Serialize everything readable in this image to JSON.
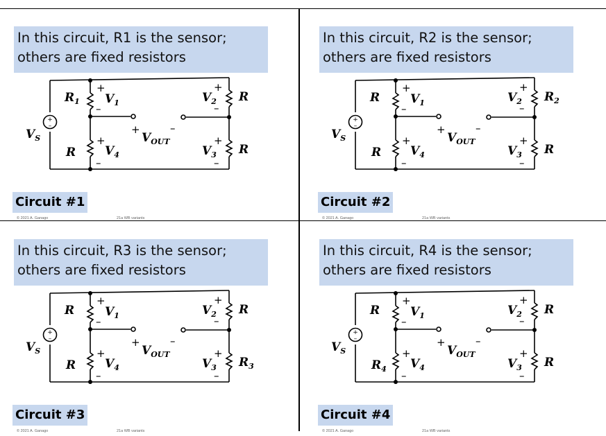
{
  "slides": [
    {
      "header": "In this circuit, R1 is the sensor; others are fixed resistors",
      "circuit_label": "Circuit #1",
      "labels": {
        "r1": "R",
        "r1_sub": "1",
        "r2": "R",
        "r2_sub": "",
        "r3": "R",
        "r3_sub": "",
        "r4": "R",
        "r4_sub": ""
      },
      "footer_left": "© 2021 A. Ganago",
      "footer_right": "21a WB variants"
    },
    {
      "header": "In this circuit, R2 is the sensor; others are fixed resistors",
      "circuit_label": "Circuit #2",
      "labels": {
        "r1": "R",
        "r1_sub": "",
        "r2": "R",
        "r2_sub": "2",
        "r3": "R",
        "r3_sub": "",
        "r4": "R",
        "r4_sub": ""
      },
      "footer_left": "© 2021 A. Ganago",
      "footer_right": "21a WB variants"
    },
    {
      "header": "In this circuit, R3 is the sensor; others are fixed resistors",
      "circuit_label": "Circuit #3",
      "labels": {
        "r1": "R",
        "r1_sub": "",
        "r2": "R",
        "r2_sub": "",
        "r3": "R",
        "r3_sub": "3",
        "r4": "R",
        "r4_sub": ""
      },
      "footer_left": "© 2021 A. Ganago",
      "footer_right": "21a WB variants"
    },
    {
      "header": "In this circuit, R4 is the sensor; others are fixed resistors",
      "circuit_label": "Circuit #4",
      "labels": {
        "r1": "R",
        "r1_sub": "",
        "r2": "R",
        "r2_sub": "",
        "r3": "R",
        "r3_sub": "",
        "r4": "R",
        "r4_sub": "4"
      },
      "footer_left": "© 2021 A. Ganago",
      "footer_right": "21a WB variants"
    }
  ],
  "common": {
    "vs": "V",
    "vs_sub": "S",
    "vout": "V",
    "vout_sub": "OUT",
    "v1": "V",
    "v1_sub": "1",
    "v2": "V",
    "v2_sub": "2",
    "v3": "V",
    "v3_sub": "3",
    "v4": "V",
    "v4_sub": "4",
    "plus": "+",
    "minus": "–"
  }
}
